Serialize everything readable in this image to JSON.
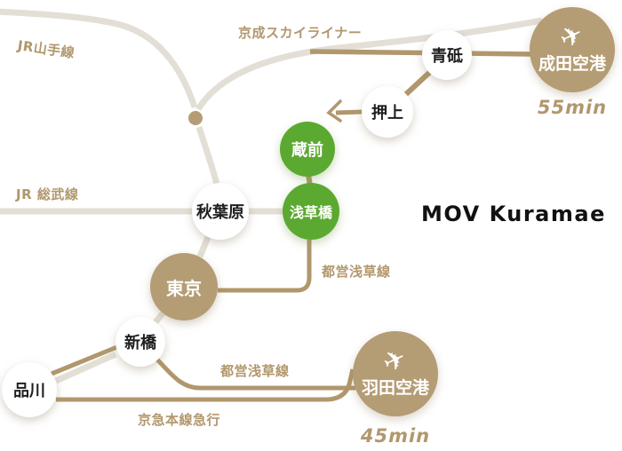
{
  "page": {
    "title": "MOV Kuramae"
  },
  "map": {
    "stations": [
      {
        "id": "aoto",
        "label": "青砥"
      },
      {
        "id": "oshiage",
        "label": "押上"
      },
      {
        "id": "kuramae",
        "label": "蔵前"
      },
      {
        "id": "asakusabashi",
        "label": "浅草橋"
      },
      {
        "id": "akihabara",
        "label": "秋葉原"
      },
      {
        "id": "tokyo",
        "label": "東京"
      },
      {
        "id": "shimbashi",
        "label": "新橋"
      },
      {
        "id": "shinagawa",
        "label": "品川"
      }
    ],
    "airports": [
      {
        "id": "narita",
        "label": "成田空港",
        "travel_time": "55min"
      },
      {
        "id": "haneda",
        "label": "羽田空港",
        "travel_time": "45min"
      }
    ],
    "line_labels": [
      {
        "id": "jr-yamanote",
        "text": "JR山手線"
      },
      {
        "id": "keisei-skyliner",
        "text": "京成スカイライナー"
      },
      {
        "id": "jr-sobu",
        "text": "JR 総武線"
      },
      {
        "id": "toei-asakusa-upper",
        "text": "都営浅草線"
      },
      {
        "id": "toei-asakusa-lower",
        "text": "都営浅草線"
      },
      {
        "id": "keikyu-main",
        "text": "京急本線急行"
      }
    ],
    "icons": [
      {
        "id": "airplane",
        "glyph": "✈"
      }
    ],
    "colors": {
      "tan_line": "#b1976c",
      "tan_circle": "#b49c74",
      "green_circle": "#5ca931",
      "jr_line_beige": "#e3dfd6",
      "station_text": "#1f1f1f",
      "title_text": "#111111"
    }
  }
}
